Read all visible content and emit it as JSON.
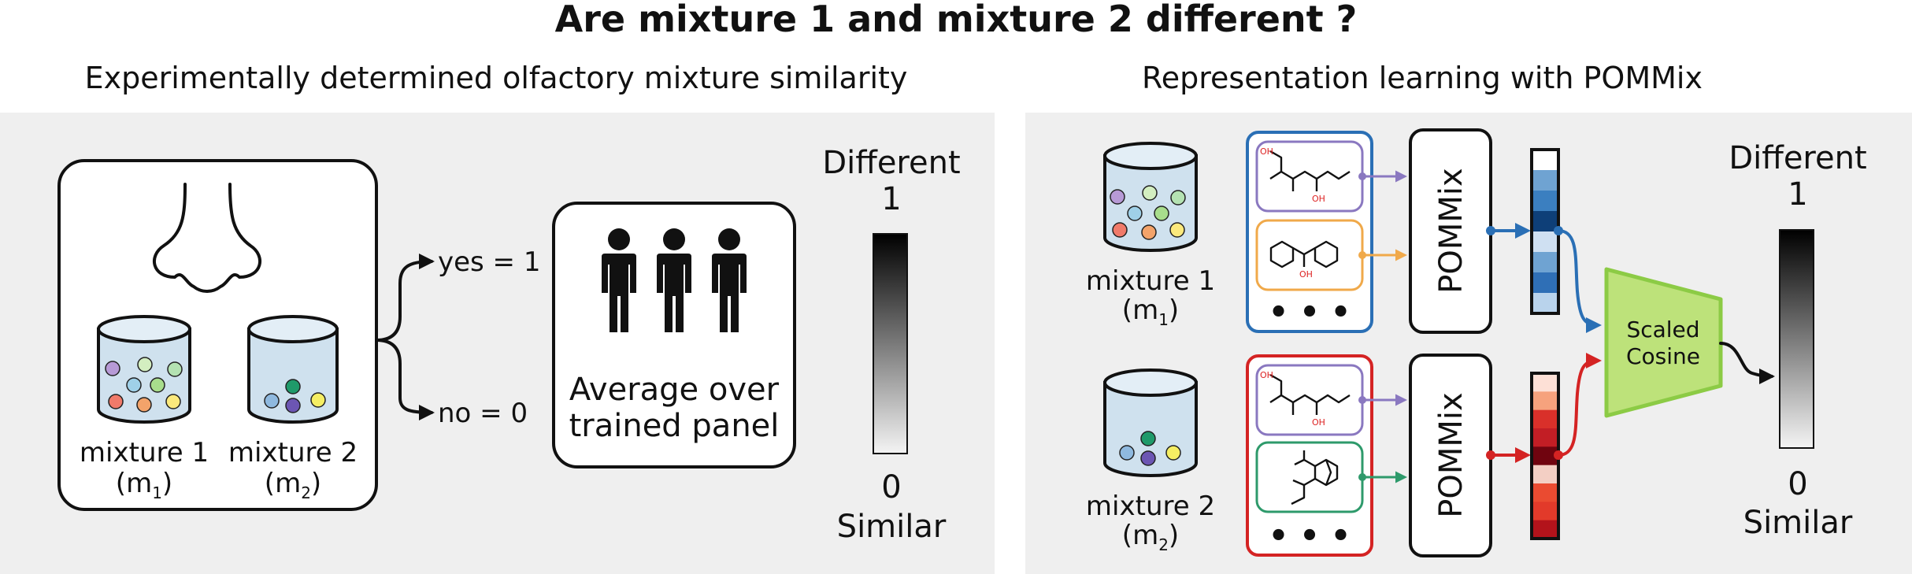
{
  "title": "Are mixture 1 and mixture 2 different ?",
  "left": {
    "heading": "Experimentally determined olfactory mixture similarity",
    "mixture1": {
      "name": "mixture 1",
      "symbol": "m",
      "sub": "1"
    },
    "mixture2": {
      "name": "mixture 2",
      "symbol": "m",
      "sub": "2"
    },
    "yes_label": "yes = 1",
    "no_label": "no = 0",
    "panel_line1": "Average over",
    "panel_line2": "trained panel",
    "scale_top_word": "Different",
    "scale_top_value": "1",
    "scale_bottom_value": "0",
    "scale_bottom_word": "Similar"
  },
  "right": {
    "heading": "Representation learning with POMMix",
    "mixture1": {
      "name": "mixture 1",
      "symbol": "m",
      "sub": "1"
    },
    "mixture2": {
      "name": "mixture 2",
      "symbol": "m",
      "sub": "2"
    },
    "model_label": "POMMix",
    "ellipsis": "• • •",
    "oh_label": "OH",
    "cosine_line1": "Scaled",
    "cosine_line2": "Cosine",
    "scale_top_word": "Different",
    "scale_top_value": "1",
    "scale_bottom_value": "0",
    "scale_bottom_word": "Similar"
  },
  "colors": {
    "panel_bg": "#efefef",
    "mixture1_frame": "#2a6fb5",
    "mixture2_frame": "#d42323",
    "molecule_purple": "#8a78c0",
    "molecule_orange": "#f0a94a",
    "molecule_green": "#2e9a6b",
    "cosine_fill": "#bde27a",
    "cosine_stroke": "#8ccb45",
    "beaker_fill": "#cfe1ee",
    "embedding1": [
      "#ffffff",
      "#6fa3d2",
      "#3b7fc0",
      "#0e3f78",
      "#cfe0f2",
      "#6fa3d2",
      "#2f6fb6",
      "#b9d3ec"
    ],
    "embedding2": [
      "#fde0d6",
      "#f6a27d",
      "#d9302a",
      "#c21e25",
      "#70040f",
      "#f3cfc4",
      "#ea4b31",
      "#e23a2a",
      "#b3131b"
    ],
    "particles_left_m1": [
      "#b79ad6",
      "#d3eec0",
      "#b4e2b2",
      "#9fd0e8",
      "#a8dd8c",
      "#f07a6a",
      "#f3a36a",
      "#fbe97c"
    ],
    "particles_m2": [
      "#8fb9df",
      "#1f9a6a",
      "#f5ee63",
      "#6c56b3"
    ]
  }
}
